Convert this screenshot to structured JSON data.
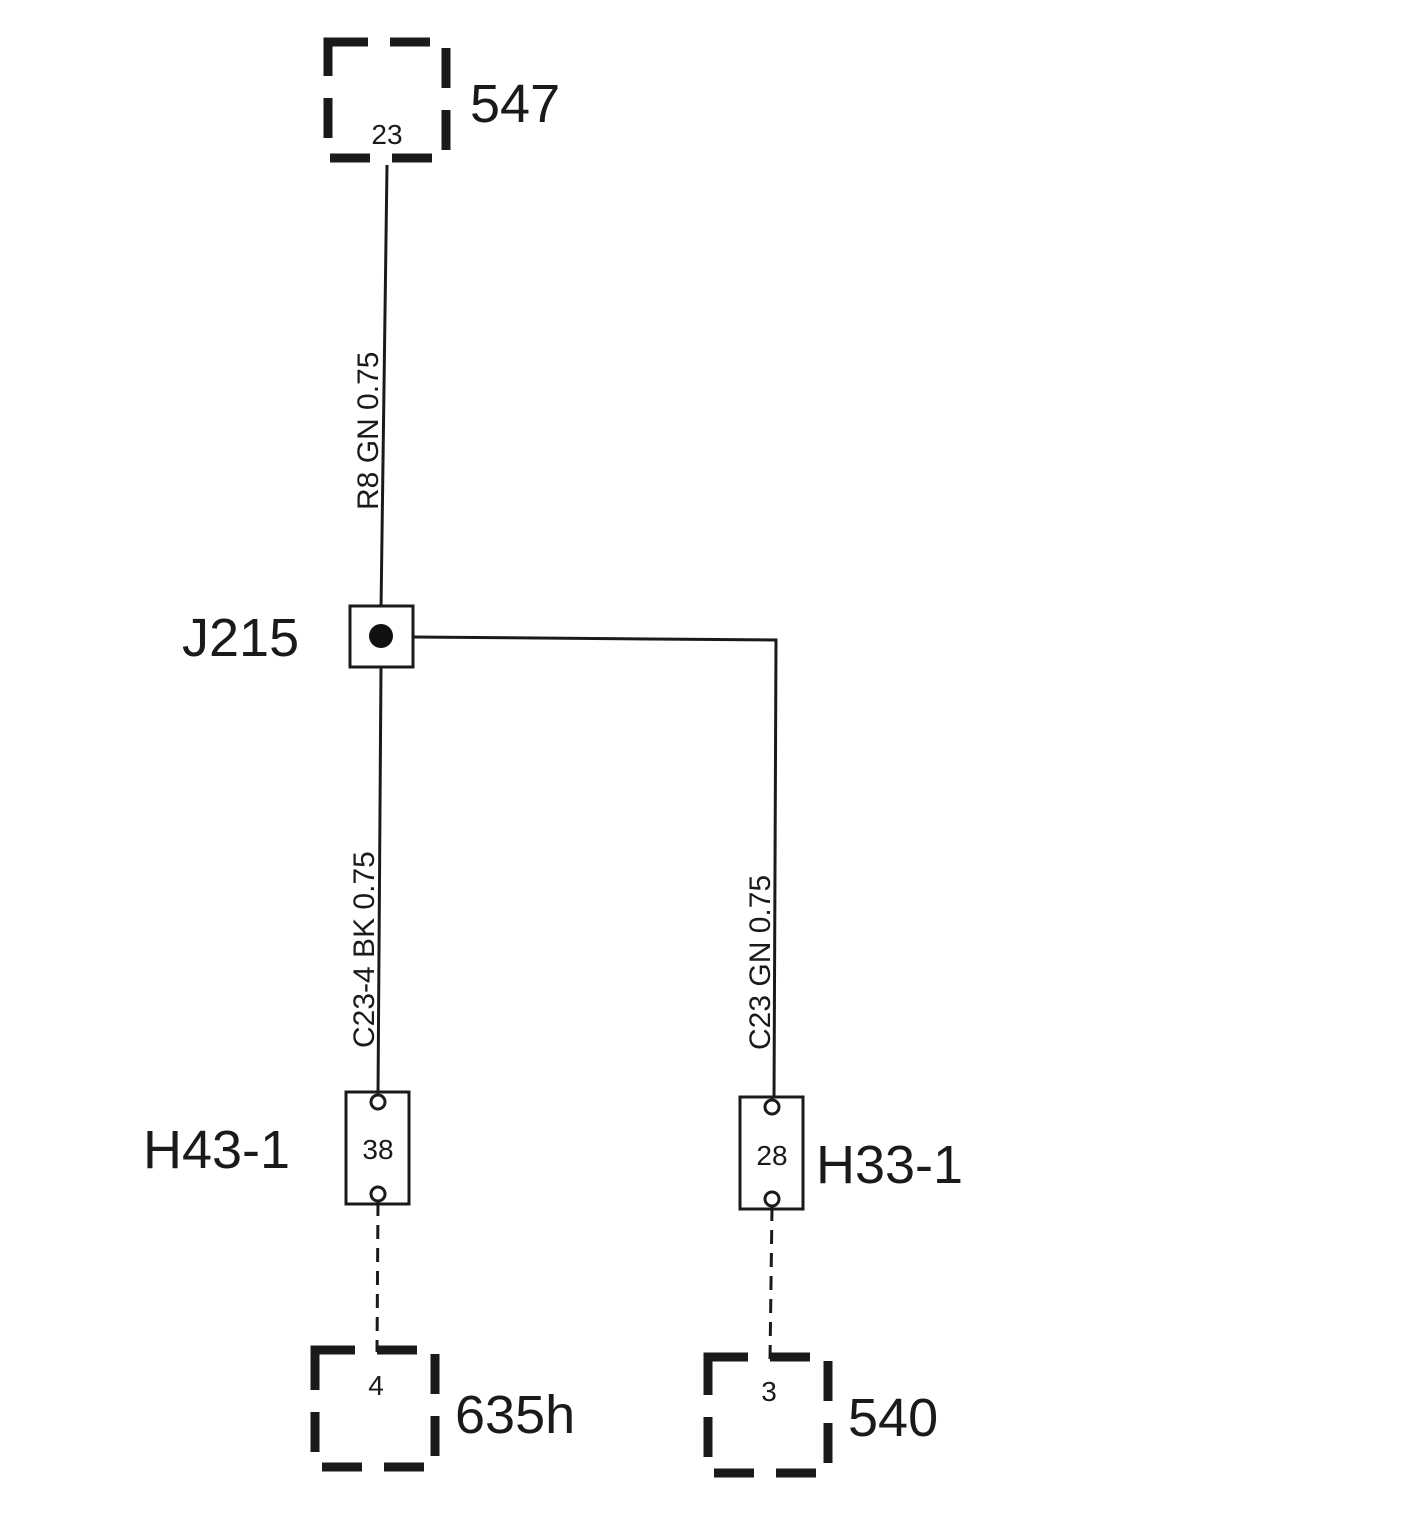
{
  "components": {
    "c547": {
      "name": "547",
      "pin": "23"
    },
    "c635h": {
      "name": "635h",
      "pin": "4"
    },
    "c540": {
      "name": "540",
      "pin": "3"
    }
  },
  "splice": {
    "name": "J215"
  },
  "connectors": {
    "h43": {
      "name": "H43-1",
      "pin": "38"
    },
    "h33": {
      "name": "H33-1",
      "pin": "28"
    }
  },
  "wires": {
    "top": {
      "circuit": "R8",
      "color": "GN",
      "size": "0.75"
    },
    "left": {
      "circuit": "C23-4",
      "color": "BK",
      "size": "0.75"
    },
    "right": {
      "circuit": "C23",
      "color": "GN",
      "size": "0.75"
    }
  }
}
